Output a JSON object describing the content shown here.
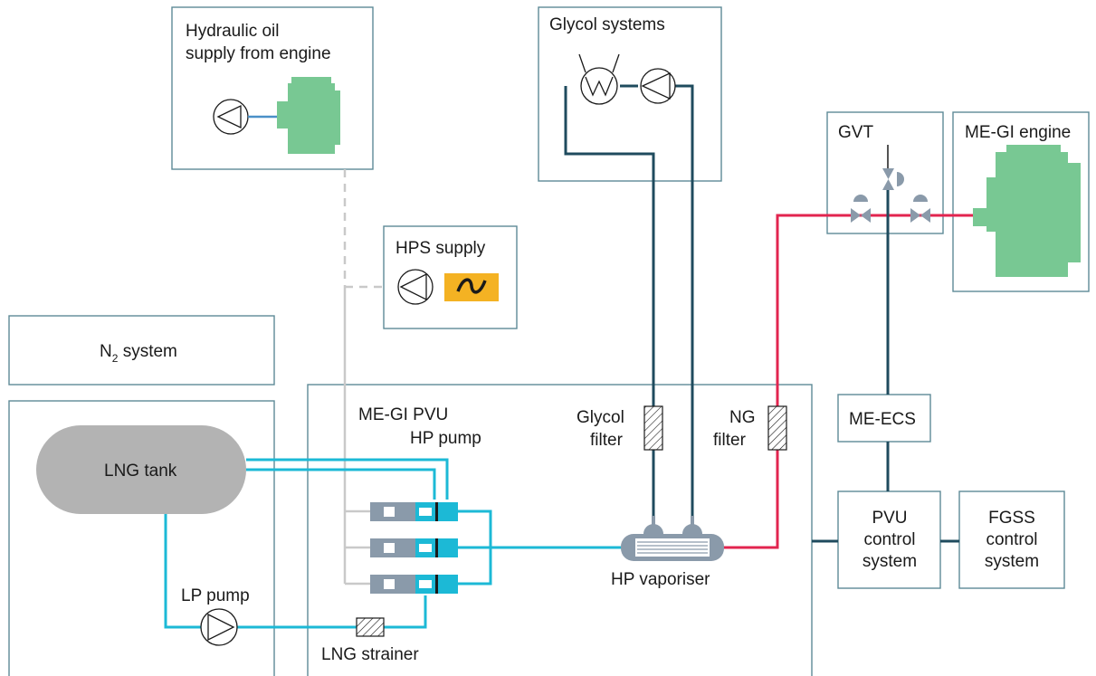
{
  "labels": {
    "hydraulic_line1": "Hydraulic oil",
    "hydraulic_line2": "supply from engine",
    "glycol_systems": "Glycol systems",
    "gvt": "GVT",
    "engine": "ME-GI engine",
    "hps_supply": "HPS supply",
    "n2_main": "N",
    "n2_sub": "2",
    "n2_tail": " system",
    "pvu": "ME-GI PVU",
    "hp_pump": "HP pump",
    "lng_tank": "LNG tank",
    "glycol_filter_1": "Glycol",
    "glycol_filter_2": "filter",
    "ng_filter_1": "NG",
    "ng_filter_2": "filter",
    "me_ecs": "ME-ECS",
    "pvu_ctrl_1": "PVU",
    "pvu_ctrl_2": "control",
    "pvu_ctrl_3": "system",
    "fgss_ctrl_1": "FGSS",
    "fgss_ctrl_2": "control",
    "fgss_ctrl_3": "system",
    "hp_vaporiser": "HP vaporiser",
    "lp_pump": "LP pump",
    "lng_strainer": "LNG strainer"
  },
  "colors": {
    "box_border": "#5e8a97",
    "glycol_line": "#1f4b5e",
    "lng_line": "#1cb9d6",
    "ng_line": "#e2244f",
    "hydraulic_line": "#c9c9c9",
    "engine_green": "#78c893",
    "tank_grey": "#b3b3b3",
    "electric_yellow": "#f4b223"
  },
  "icons": {
    "pump": "pump-icon",
    "heater": "heat-exchanger-icon",
    "filter": "filter-icon",
    "valve": "valve-icon",
    "engine": "engine-icon",
    "ac_supply": "ac-supply-icon"
  }
}
